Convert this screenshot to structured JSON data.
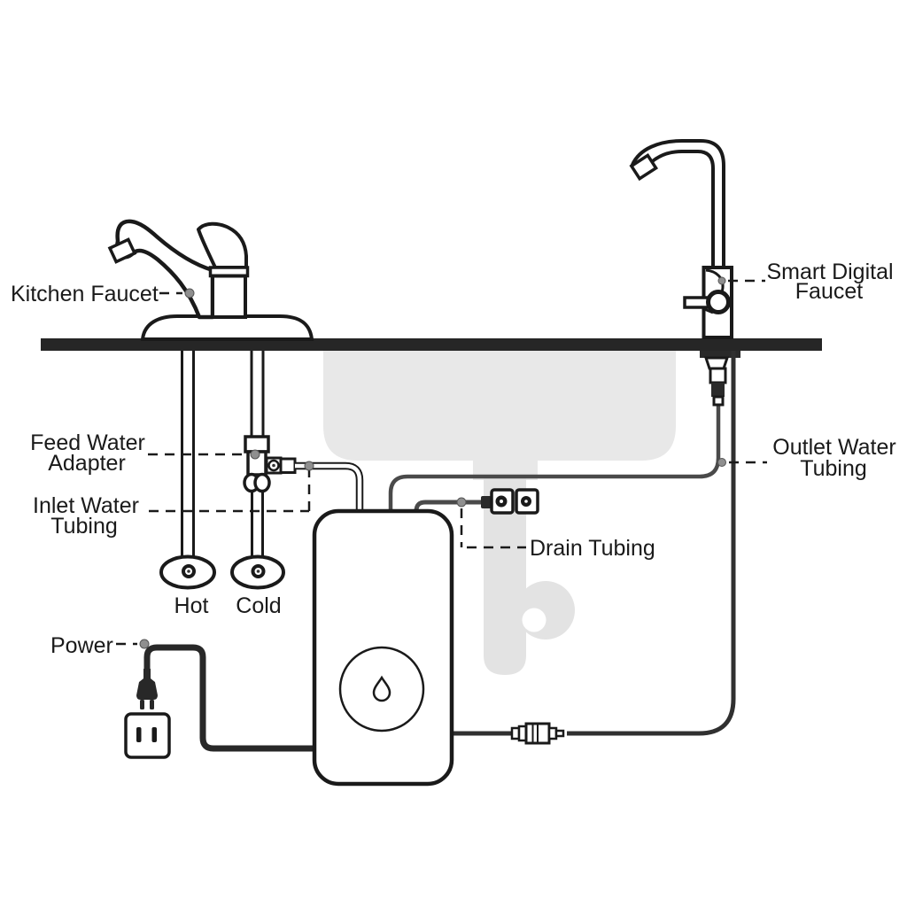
{
  "diagram_type": "water-filter-installation-diagram",
  "colors": {
    "line": "#1a1a1a",
    "counter": "#262626",
    "sink": "#e8e8e8",
    "tube_dark": "#4a4a4a",
    "cord": "#282828",
    "anchor_dot": "#8f8f8f"
  },
  "labels": {
    "kitchen_faucet": "Kitchen Faucet",
    "smart_digital_faucet": [
      "Smart Digital",
      "Faucet"
    ],
    "feed_water_adapter": [
      "Feed Water",
      "Adapter"
    ],
    "inlet_water_tubing": [
      "Inlet Water",
      "Tubing"
    ],
    "hot": "Hot",
    "cold": "Cold",
    "power": "Power",
    "drain_tubing": "Drain Tubing",
    "outlet_water_tubing": [
      "Outlet Water",
      "Tubing"
    ]
  }
}
